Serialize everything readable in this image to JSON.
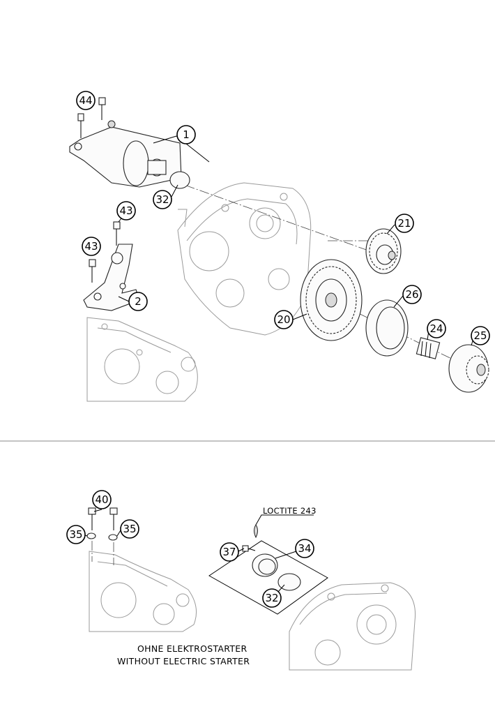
{
  "callouts": {
    "p1": "1",
    "p2": "2",
    "p20": "20",
    "p21": "21",
    "p24": "24",
    "p25": "25",
    "p26": "26",
    "p32_top": "32",
    "p43_a": "43",
    "p43_b": "43",
    "p44": "44",
    "p32_bottom": "32",
    "p34": "34",
    "p35_left": "35",
    "p35_right": "35",
    "p37": "37",
    "p40": "40"
  },
  "notes": {
    "loctite": "LOCTITE 243"
  },
  "caption": {
    "line1": "OHNE ELEKTROSTARTER",
    "line2": "WITHOUT ELECTRIC STARTER"
  }
}
